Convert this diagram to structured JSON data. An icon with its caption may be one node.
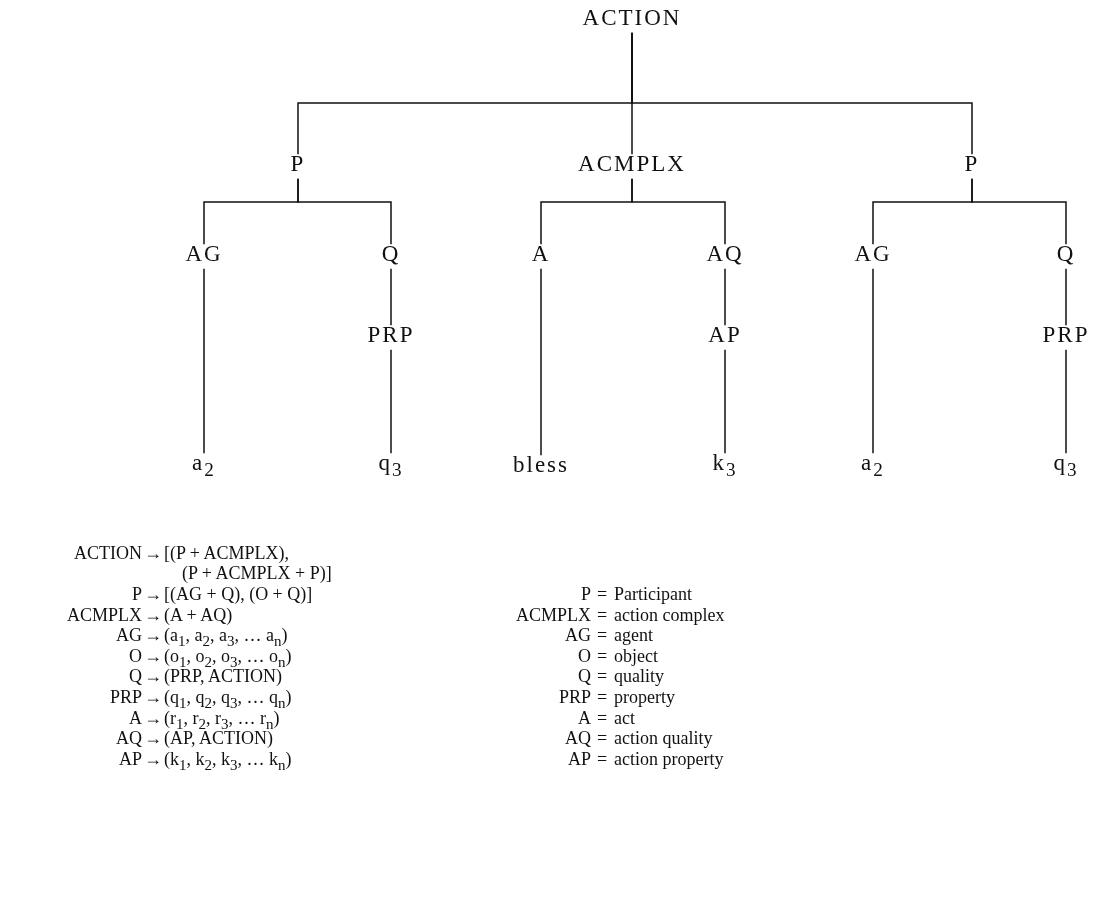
{
  "diagram": {
    "nodes": [
      {
        "text": [
          "ACTION"
        ]
      },
      {
        "text": [
          "P"
        ]
      },
      {
        "text": [
          "ACMPLX"
        ]
      },
      {
        "text": [
          "P"
        ]
      },
      {
        "text": [
          "AG"
        ]
      },
      {
        "text": [
          "Q"
        ]
      },
      {
        "text": [
          "A"
        ]
      },
      {
        "text": [
          "AQ"
        ]
      },
      {
        "text": [
          "AG"
        ]
      },
      {
        "text": [
          "Q"
        ]
      },
      {
        "text": [
          "PRP"
        ]
      },
      {
        "text": [
          "AP"
        ]
      },
      {
        "text": [
          "PRP"
        ]
      },
      {
        "text": [
          "a$_{2}$"
        ]
      },
      {
        "text": [
          "q$_{3}$"
        ]
      },
      {
        "text": [
          "bless"
        ]
      },
      {
        "text": [
          "k$_{3}$"
        ]
      },
      {
        "text": [
          "a$_{2}$"
        ]
      },
      {
        "text": [
          "q$_{3}$"
        ]
      }
    ],
    "edges": [
      {
        "from": 0,
        "to": 1,
        "arrow": "none"
      },
      {
        "from": 0,
        "to": 2,
        "arrow": "none"
      },
      {
        "from": 0,
        "to": 3,
        "arrow": "none"
      },
      {
        "from": 1,
        "to": 4,
        "arrow": "none"
      },
      {
        "from": 1,
        "to": 5,
        "arrow": "none"
      },
      {
        "from": 2,
        "to": 6,
        "arrow": "none"
      },
      {
        "from": 2,
        "to": 7,
        "arrow": "none"
      },
      {
        "from": 3,
        "to": 8,
        "arrow": "none"
      },
      {
        "from": 3,
        "to": 9,
        "arrow": "none"
      },
      {
        "from": 4,
        "to": 13,
        "arrow": "none"
      },
      {
        "from": 5,
        "to": 10,
        "arrow": "none"
      },
      {
        "from": 10,
        "to": 14,
        "arrow": "none"
      },
      {
        "from": 6,
        "to": 15,
        "arrow": "none"
      },
      {
        "from": 7,
        "to": 11,
        "arrow": "none"
      },
      {
        "from": 11,
        "to": 16,
        "arrow": "none"
      },
      {
        "from": 8,
        "to": 17,
        "arrow": "none"
      },
      {
        "from": 9,
        "to": 12,
        "arrow": "none"
      },
      {
        "from": 12,
        "to": 18,
        "arrow": "none"
      }
    ],
    "labels": [
      "ACTION",
      "→",
      "[(P + ACMPLX), (P + ACMPLX + P)]",
      "P",
      "→",
      "[(AG + Q), (O + Q)]",
      "ACMPLX",
      "→",
      "(A + AQ)",
      "AG",
      "→",
      "(a$_{1}$, a$_{2}$, a$_{3}$, … a$_{n}$)",
      "O",
      "→",
      "(o$_{1}$, o$_{2}$, o$_{3}$, … o$_{n}$)",
      "Q",
      "→",
      "(PRP, ACTION)",
      "PRP",
      "→",
      "(q$_{1}$, q$_{2}$, q$_{3}$, … q$_{n}$)",
      "A",
      "→",
      "(r$_{1}$, r$_{2}$, r$_{3}$, … r$_{n}$)",
      "AQ",
      "→",
      "(AP, ACTION)",
      "AP",
      "→",
      "(k$_{1}$, k$_{2}$, k$_{3}$, … k$_{n}$)",
      "P",
      "=",
      "Participant",
      "ACMPLX",
      "=",
      "action complex",
      "AG",
      "=",
      "agent",
      "O",
      "=",
      "object",
      "Q",
      "=",
      "quality",
      "PRP",
      "=",
      "property",
      "A",
      "=",
      "act",
      "AQ",
      "=",
      "action quality",
      "AP",
      "=",
      "action property"
    ]
  }
}
